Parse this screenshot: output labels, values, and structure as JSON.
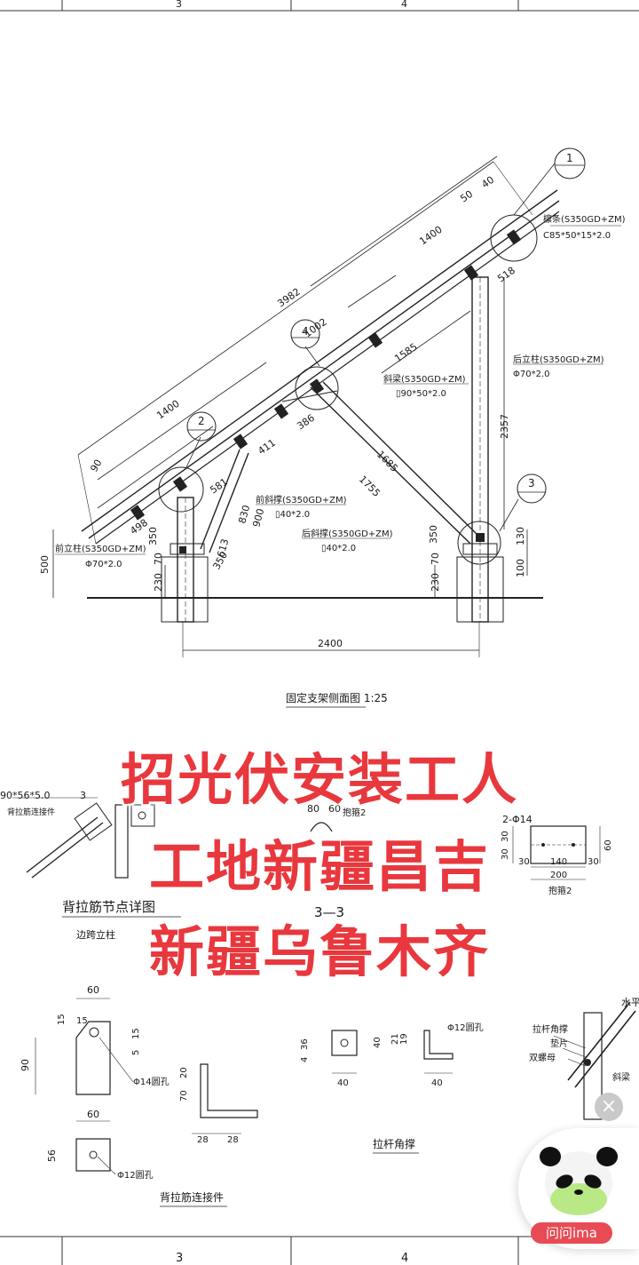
{
  "grid": {
    "top": [
      "3",
      "4"
    ],
    "bottom": [
      "3",
      "4"
    ]
  },
  "profile": {
    "caption": "固定支架侧面图  1:25",
    "callouts": [
      "1",
      "2",
      "3",
      "4"
    ],
    "members": {
      "purlin": [
        "檩条(S350GD+ZM)",
        "C85*50*15*2.0"
      ],
      "rear_column": [
        "后立柱(S350GD+ZM)",
        "Φ70*2.0"
      ],
      "diagonal_beam": [
        "斜梁(S350GD+ZM)",
        "▯90*50*2.0"
      ],
      "front_column": [
        "前立柱(S350GD+ZM)",
        "Φ70*2.0"
      ],
      "front_brace": [
        "前斜撑(S350GD+ZM)",
        "▯40*2.0"
      ],
      "rear_brace": [
        "后斜撑(S350GD+ZM)",
        "▯40*2.0"
      ]
    },
    "dims": {
      "d3982": "3982",
      "d1400a": "1400",
      "d1400b": "1400",
      "d50": "50",
      "d40": "40",
      "d518": "518",
      "d1002": "1002",
      "d1585": "1585",
      "d2357": "2357",
      "d90": "90",
      "d498": "498",
      "d581": "581",
      "d411": "411",
      "d386": "386",
      "d830": "830",
      "d900": "900",
      "d613": "613",
      "d350a": "350",
      "d350b": "350",
      "d1685": "1685",
      "d1755": "1755",
      "d350c": "350",
      "d130": "130",
      "d100": "100",
      "d500": "500",
      "d230a": "230",
      "d70a": "70",
      "d230b": "230",
      "d70b": "70",
      "d2400": "2400"
    }
  },
  "details": {
    "left_partial": "90*56*5.0",
    "left_num": "3",
    "left_conn": "背拉筋连接件",
    "node_title": "背拉筋节点详图",
    "node_sub": "边跨立柱",
    "section": "3—3",
    "mid_dims": [
      "80",
      "60"
    ],
    "holder_label": "抱箍2",
    "plate": {
      "holes": "2-Φ14",
      "dims": [
        "30",
        "30",
        "30",
        "140",
        "30",
        "200",
        "60"
      ],
      "label": "抱箍2"
    },
    "conn_top": {
      "dims": [
        "60",
        "15",
        "15",
        "15",
        "5",
        "90"
      ],
      "hole": "Φ14圆孔"
    },
    "conn_bottom": {
      "dims": [
        "60",
        "56"
      ],
      "hole": "Φ12圆孔"
    },
    "angle_small": {
      "dims": [
        "20",
        "70",
        "28",
        "28"
      ]
    },
    "conn_caption": "背拉筋连接件",
    "brace_plate": {
      "dims": [
        "36",
        "4",
        "40"
      ]
    },
    "brace_angle": {
      "dims": [
        "40",
        "21",
        "19",
        "40"
      ],
      "hole": "Φ12圆孔"
    },
    "brace_caption": "拉杆角撑",
    "right": [
      "拉杆角撑",
      "垫片",
      "双螺母",
      "斜梁",
      "水平"
    ]
  },
  "overlay": {
    "line1": "招光伏安装工人",
    "line2": "工地新疆昌吉",
    "line3": "新疆乌鲁木齐"
  },
  "assistant": {
    "label": "问问ima"
  },
  "colors": {
    "overlay_text": "#e8383d",
    "badge": "#e84b55",
    "close": "#c9c9c9"
  }
}
